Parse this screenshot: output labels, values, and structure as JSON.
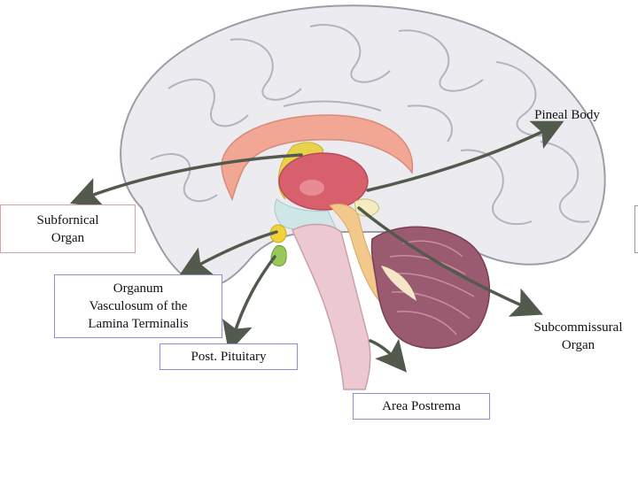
{
  "diagram": {
    "labels": {
      "subfornical_organ": [
        "Subfornical",
        "Organ"
      ],
      "ovlt": [
        "Organum",
        "Vasculosum of the",
        "Lamina Terminalis"
      ],
      "post_pituitary": "Post. Pituitary",
      "area_postrema": "Area Postrema",
      "pineal_body": "Pineal Body",
      "subcommissural_organ": [
        "Subcommissural",
        "Organ"
      ]
    },
    "colors": {
      "box_border_red": "#d9a3a3",
      "box_border_blue": "#8a8fd6",
      "arrow": "#525a4d",
      "brain_fill": "#ececf0",
      "brain_outline": "#9c9ca6",
      "thalamus": "#d8606c",
      "corpus_callosum": "#f2a694",
      "fornix": "#e8d24a",
      "brainstem": "#ecc9d0",
      "cerebellum": "#9a5a70",
      "ventricle": "#f2c98a",
      "green_organ": "#98c85a",
      "yellow_organ": "#f0d23a"
    }
  }
}
